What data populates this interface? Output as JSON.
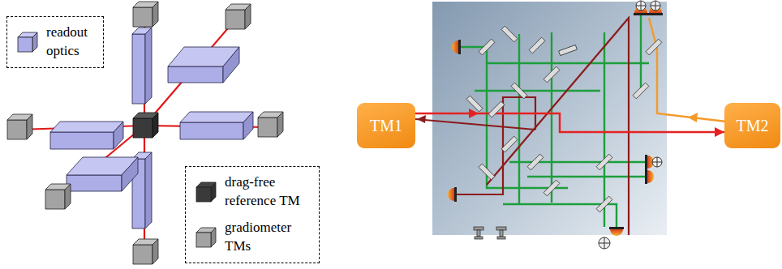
{
  "diagram": {
    "nodes": [
      {
        "text": [
          "TM1"
        ]
      },
      {
        "text": [
          "TM2"
        ]
      }
    ],
    "legend": [
      {
        "text": "readout optics",
        "color": "#adade8"
      },
      {
        "text": "drag-free reference TM",
        "color": "#3a3a3a"
      },
      {
        "text": "gradiometer TMs",
        "color": "#a3a3a3"
      }
    ]
  }
}
